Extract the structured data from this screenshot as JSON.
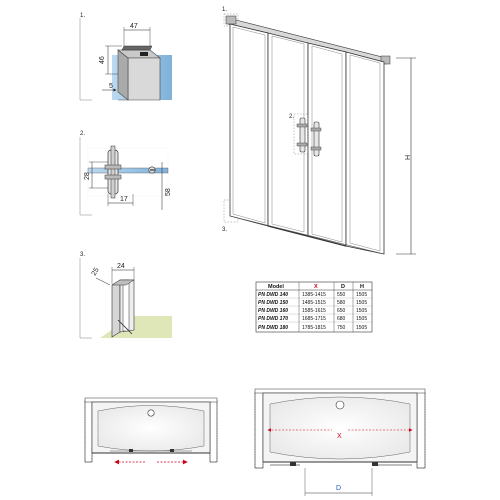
{
  "step_labels": {
    "s1": "1.",
    "s2": "2.",
    "s3": "3."
  },
  "main": {
    "callout1": "1.",
    "callout2": "2.",
    "callout3": "3.",
    "height_label": "H"
  },
  "detail1": {
    "dim_width": "47",
    "dim_height": "46",
    "dim_gap": "5"
  },
  "detail2": {
    "dim_left": "28",
    "dim_bottom": "17",
    "dim_right": "58"
  },
  "detail3": {
    "dim_left": "25",
    "dim_top": "24"
  },
  "table": {
    "headers": [
      "Model",
      "X",
      "D",
      "H"
    ],
    "rows": [
      [
        "PN DWD 140",
        "1385-1415",
        "550",
        "1505"
      ],
      [
        "PN DWD 150",
        "1485-1515",
        "580",
        "1505"
      ],
      [
        "PN DWD 160",
        "1585-1615",
        "650",
        "1505"
      ],
      [
        "PN DWD 170",
        "1685-1715",
        "680",
        "1505"
      ],
      [
        "PN DWD 180",
        "1785-1815",
        "750",
        "1505"
      ]
    ],
    "x_header_color": "#d0021b"
  },
  "plans": {
    "x_label": "X",
    "d_label": "D"
  },
  "colors": {
    "blue_glass": "#9ec7e6",
    "red_arrow": "#d0021b",
    "floor": "#dfe6b8"
  }
}
